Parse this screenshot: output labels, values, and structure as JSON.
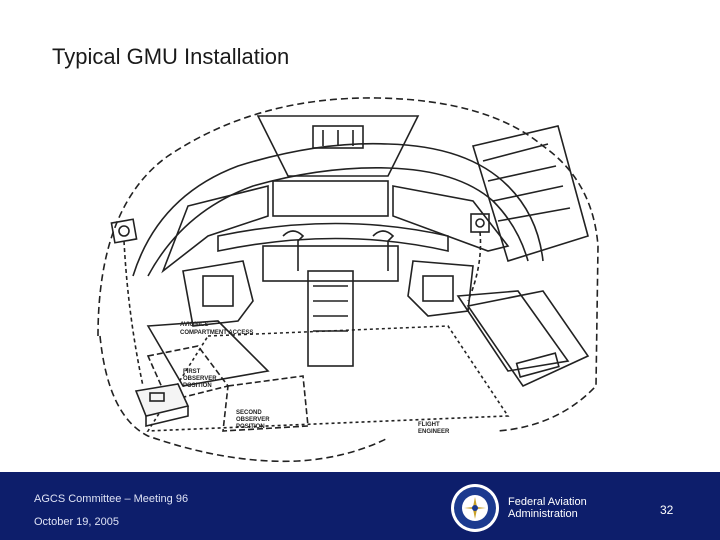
{
  "slide": {
    "title": "Typical GMU Installation"
  },
  "diagram": {
    "labels": {
      "avionics_line1": "AVIONICS",
      "avionics_line2": "COMPARTMENT ACCESS",
      "first_observer_line1": "FIRST",
      "first_observer_line2": "OBSERVER",
      "first_observer_line3": "POSITION",
      "second_observer_line1": "SECOND",
      "second_observer_line2": "OBSERVER",
      "second_observer_line3": "POSITION",
      "flight_engineer_line1": "FLIGHT",
      "flight_engineer_line2": "ENGINEER"
    }
  },
  "footer": {
    "meeting": "AGCS Committee – Meeting 96",
    "date": "October 19, 2005",
    "org_line1": "Federal Aviation",
    "org_line2": "Administration",
    "page_number": "32"
  },
  "colors": {
    "footer_bg": "#0d1e6b",
    "seal_blue": "#1b3a8f",
    "seal_gold": "#c9a227"
  },
  "icons": {
    "faa_seal": "faa-seal-icon"
  }
}
